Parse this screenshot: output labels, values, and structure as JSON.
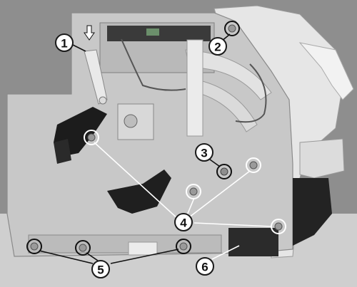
{
  "figure": {
    "background_color": "#8c8c8c",
    "chassis_color": "#c9c9c9",
    "callouts": [
      {
        "id": "callout-1",
        "label": "1"
      },
      {
        "id": "callout-2",
        "label": "2"
      },
      {
        "id": "callout-3",
        "label": "3"
      },
      {
        "id": "callout-4",
        "label": "4"
      },
      {
        "id": "callout-5",
        "label": "5"
      },
      {
        "id": "callout-6",
        "label": "6"
      }
    ]
  }
}
